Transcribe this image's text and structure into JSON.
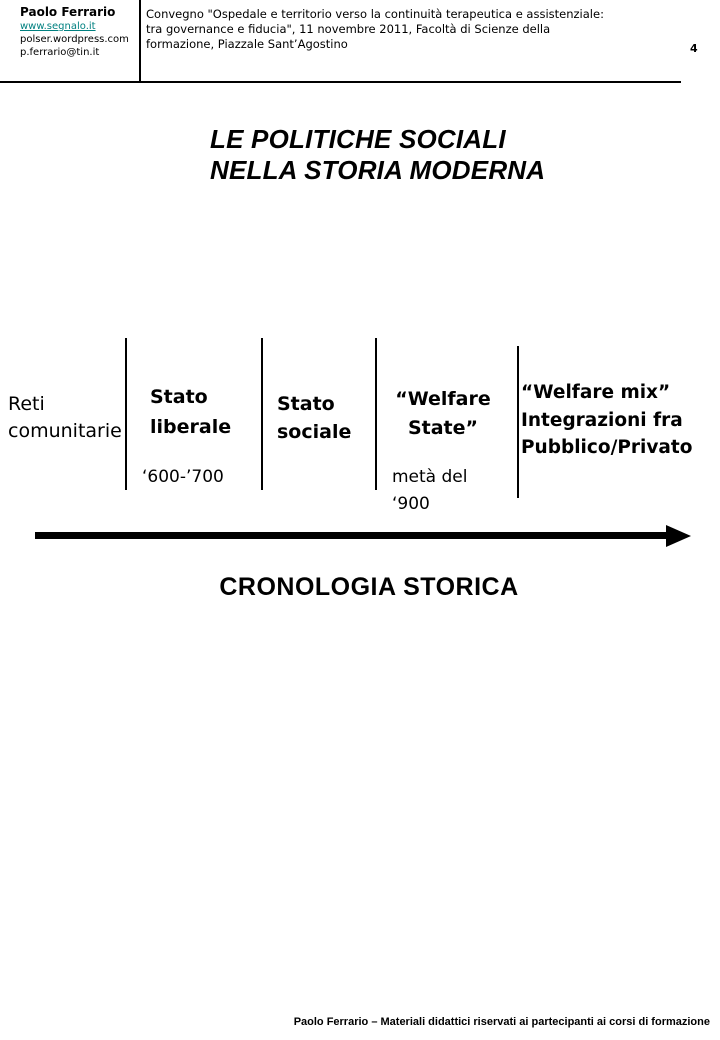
{
  "header": {
    "author": {
      "name": "Paolo Ferrario",
      "website": "www.segnalo.it",
      "blog": "polser.wordpress.com",
      "email": "p.ferrario@tin.it"
    },
    "conference_lines": [
      "Convegno \"Ospedale e territorio verso la continuità terapeutica e assistenziale:",
      "tra governance e fiducia\", 11 novembre 2011, Facoltà di Scienze della",
      "formazione, Piazzale Sant’Agostino"
    ],
    "page_number": "4"
  },
  "slide": {
    "title_lines": [
      "LE POLITICHE SOCIALI",
      "NELLA STORIA MODERNA"
    ],
    "timeline": {
      "stages": [
        {
          "label": "Reti comunitarie"
        },
        {
          "label": "Stato liberale",
          "period": "‘600-’700"
        },
        {
          "label": "Stato sociale"
        },
        {
          "label": "“Welfare State”",
          "period": "metà del ‘900"
        },
        {
          "label": "“Welfare mix” Integrazioni fra Pubblico/Privato"
        }
      ],
      "axis_label": "CRONOLOGIA STORICA"
    }
  },
  "footer": {
    "credit": "Paolo Ferrario – Materiali didattici riservati ai partecipanti ai corsi di formazione"
  },
  "colors": {
    "link": "#008080",
    "text": "#000000",
    "background": "#ffffff"
  }
}
